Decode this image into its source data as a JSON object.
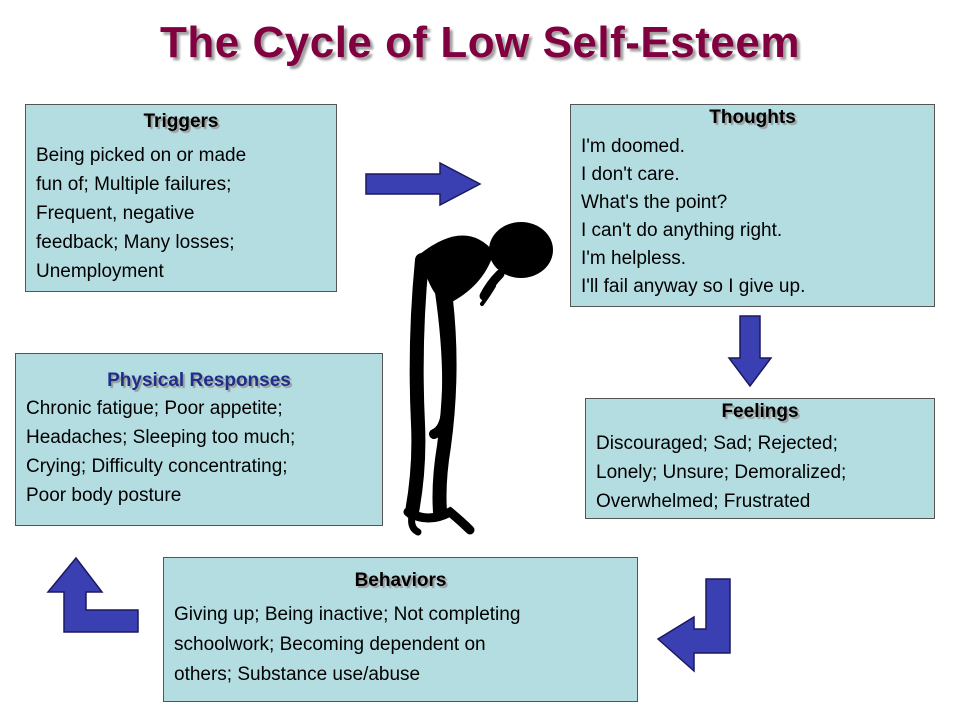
{
  "title": "The Cycle of Low Self-Esteem",
  "triggers": {
    "heading": "Triggers",
    "lines": [
      "Being picked on or made",
      "fun of; Multiple failures;",
      "Frequent, negative",
      "feedback; Many losses;",
      "Unemployment"
    ]
  },
  "thoughts": {
    "heading": "Thoughts",
    "lines": [
      "I'm doomed.",
      "I don't care.",
      "What's the point?",
      "I can't do anything right.",
      "I'm helpless.",
      "I'll fail anyway so I give up."
    ]
  },
  "feelings": {
    "heading": "Feelings",
    "lines": [
      "Discouraged; Sad; Rejected;",
      "Lonely; Unsure; Demoralized;",
      "Overwhelmed; Frustrated"
    ]
  },
  "behaviors": {
    "heading": "Behaviors",
    "lines": [
      "Giving up; Being inactive; Not completing",
      "schoolwork; Becoming dependent on",
      "others; Substance use/abuse"
    ]
  },
  "physical": {
    "heading": "Physical Responses",
    "lines": [
      "Chronic fatigue; Poor appetite;",
      "Headaches; Sleeping too much;",
      "Crying; Difficulty concentrating;",
      "Poor body posture"
    ]
  },
  "colors": {
    "title": "#800040",
    "box_fill": "#b4dde2",
    "arrow_fill": "#3a3fb2",
    "physical_heading": "#1d2f8a"
  },
  "icons": [
    "arrow-right-icon",
    "arrow-down-icon",
    "arrow-bent-down-left-icon",
    "arrow-bent-up-icon",
    "slouched-figure-icon"
  ]
}
